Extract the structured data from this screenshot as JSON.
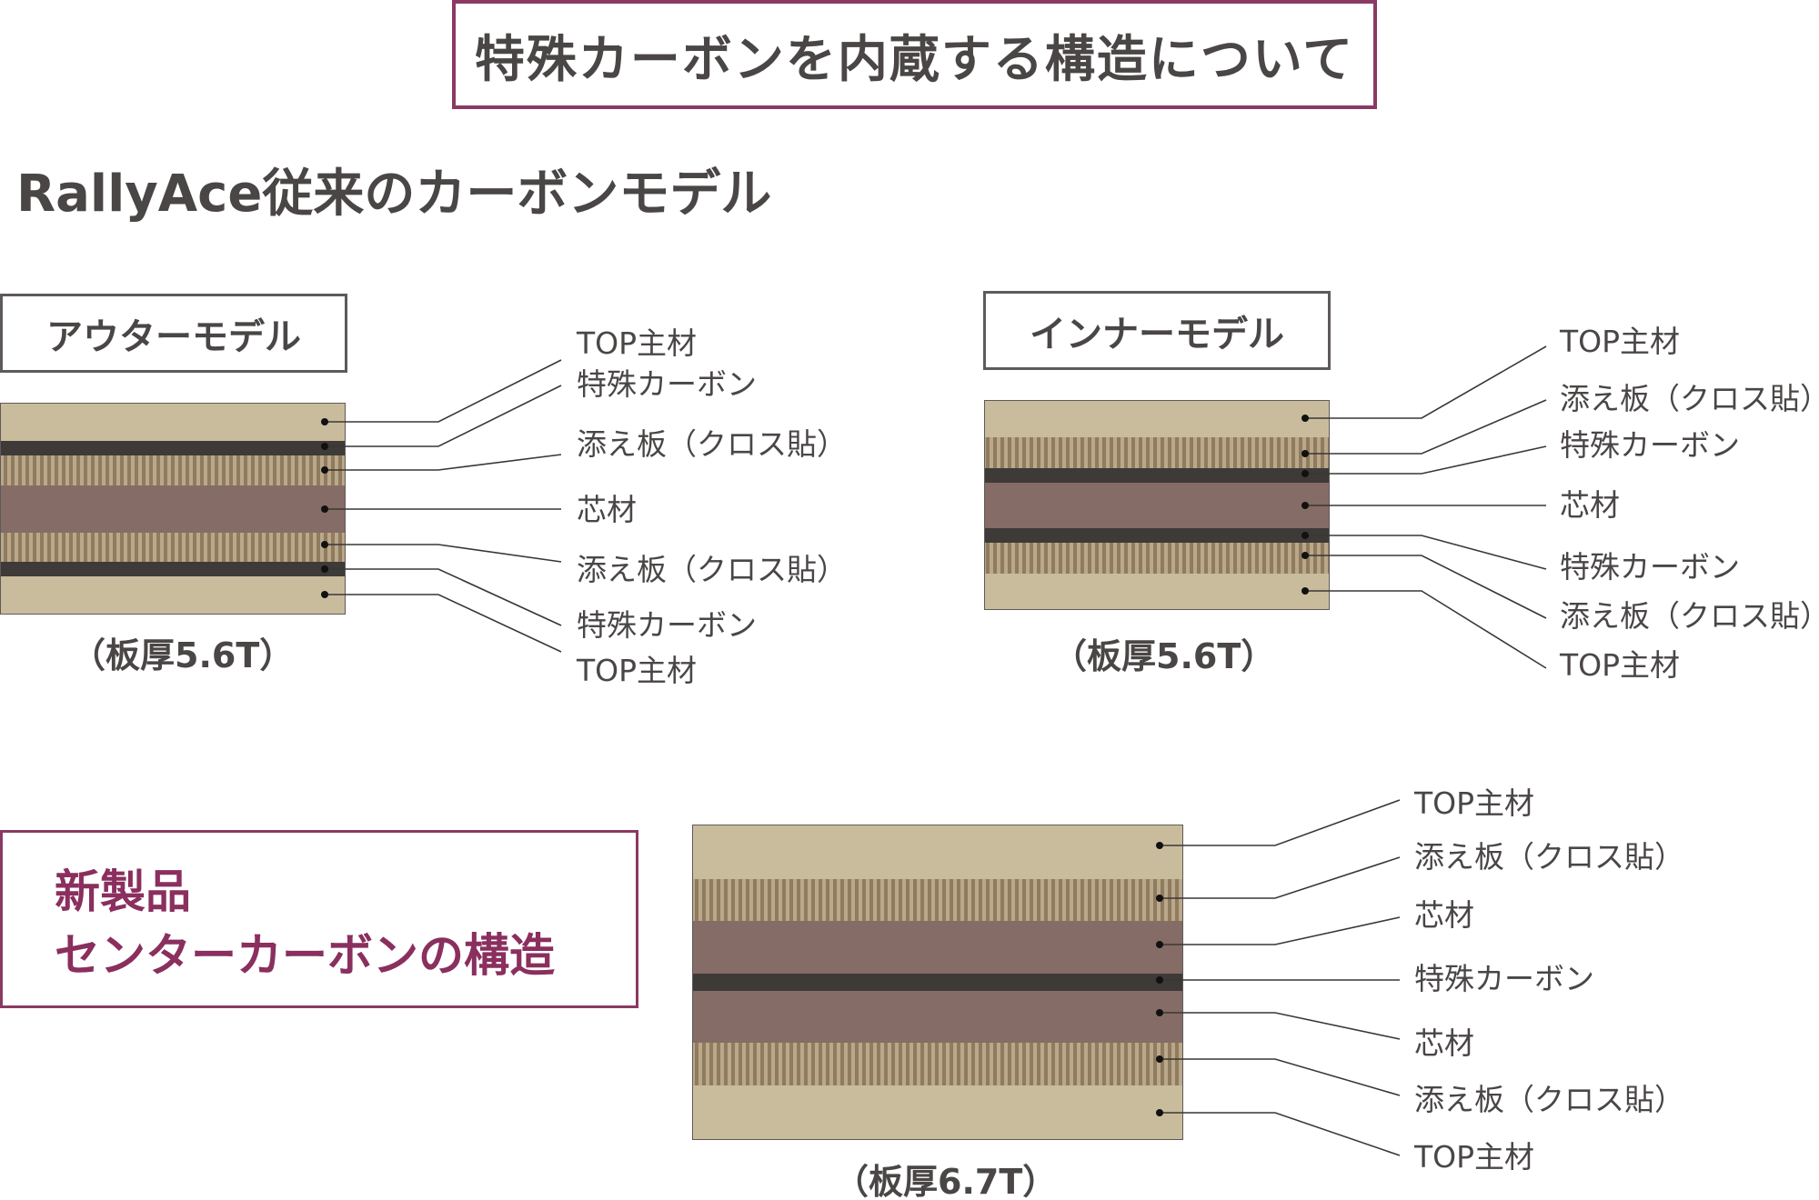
{
  "title": "特殊カーボンを内蔵する構造について",
  "section_heading": "RallyAce従来のカーボンモデル",
  "outer_model": {
    "name": "アウターモデル",
    "thickness": "（板厚5.6T）",
    "layers": [
      "TOP主材",
      "特殊カーボン",
      "添え板（クロス貼）",
      "芯材",
      "添え板（クロス貼）",
      "特殊カーボン",
      "TOP主材"
    ]
  },
  "inner_model": {
    "name": "インナーモデル",
    "thickness": "（板厚5.6T）",
    "layers": [
      "TOP主材",
      "添え板（クロス貼）",
      "特殊カーボン",
      "芯材",
      "特殊カーボン",
      "添え板（クロス貼）",
      "TOP主材"
    ]
  },
  "new_product": {
    "line1": "新製品",
    "line2": "センターカーボンの構造",
    "thickness": "（板厚6.7T）",
    "layers": [
      "TOP主材",
      "添え板（クロス貼）",
      "芯材",
      "特殊カーボン",
      "芯材",
      "添え板（クロス貼）",
      "TOP主材"
    ]
  },
  "colors": {
    "top_material": "#c9bc9d",
    "cloth_plate": "#8f7c5e",
    "cloth_stripe": "#bba88a",
    "core": "#866c66",
    "carbon": "#3e3a38",
    "accent": "#8a3a62",
    "text": "#4a4646"
  }
}
